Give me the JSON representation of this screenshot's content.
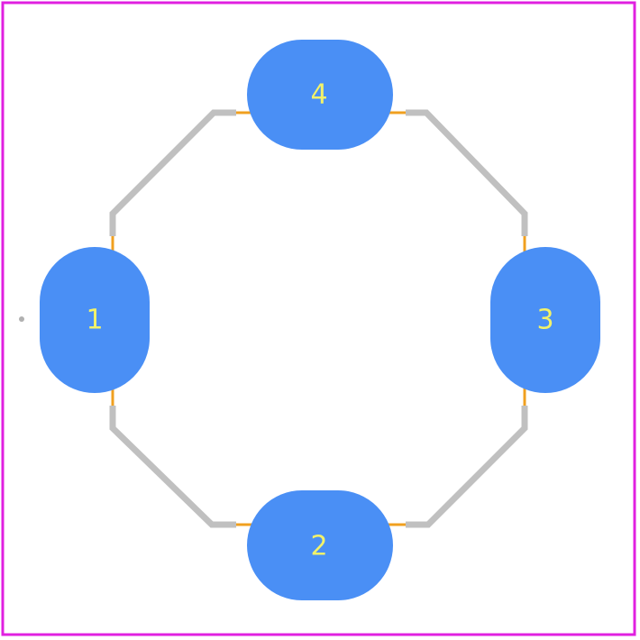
{
  "colors": {
    "board_outline": "#e020e0",
    "silkscreen": "#c0c0c0",
    "fab_outline": "#f0a020",
    "pad": "#4a8ff5",
    "pad_label": "#f2f26a",
    "marker": "#b0b0b0",
    "background": "#ffffff"
  },
  "pads": [
    {
      "id": "pad-1",
      "label": "1",
      "orientation": "vertical"
    },
    {
      "id": "pad-2",
      "label": "2",
      "orientation": "horizontal"
    },
    {
      "id": "pad-3",
      "label": "3",
      "orientation": "vertical"
    },
    {
      "id": "pad-4",
      "label": "4",
      "orientation": "horizontal"
    }
  ]
}
